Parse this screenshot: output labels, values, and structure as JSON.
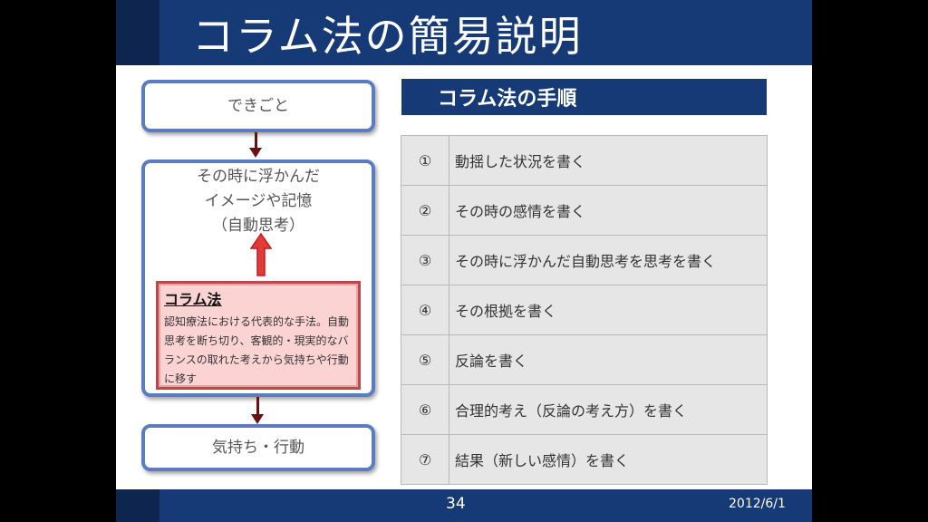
{
  "slide": {
    "title": "コラム法の簡易説明",
    "page_number": "34",
    "date": "2012/6/1"
  },
  "flow": {
    "box1": "できごと",
    "box2_lines": [
      "その時に浮かんだ",
      "イメージや記憶",
      "（自動思考）"
    ],
    "box3": "気持ち・行動",
    "column_title": "コラム法",
    "column_description": "認知療法における代表的な手法。自動思考を断ち切り、客観的・現実的なバランスの取れた考えから気持ちや行動に移す"
  },
  "steps": {
    "header": "コラム法の手順",
    "rows": [
      {
        "num": "①",
        "text": "動揺した状況を書く"
      },
      {
        "num": "②",
        "text": "その時の感情を書く"
      },
      {
        "num": "③",
        "text": "その時に浮かんだ自動思考を思考を書く"
      },
      {
        "num": "④",
        "text": "その根拠を書く"
      },
      {
        "num": "⑤",
        "text": "反論を書く"
      },
      {
        "num": "⑥",
        "text": "合理的考え（反論の考え方）を書く"
      },
      {
        "num": "⑦",
        "text": "結果（新しい感情）を書く"
      }
    ]
  },
  "colors": {
    "title_bar": "#163a75",
    "box_border": "#5b7cc0",
    "arrow": "#6a1010",
    "column_bg": "#fcd3d3"
  }
}
